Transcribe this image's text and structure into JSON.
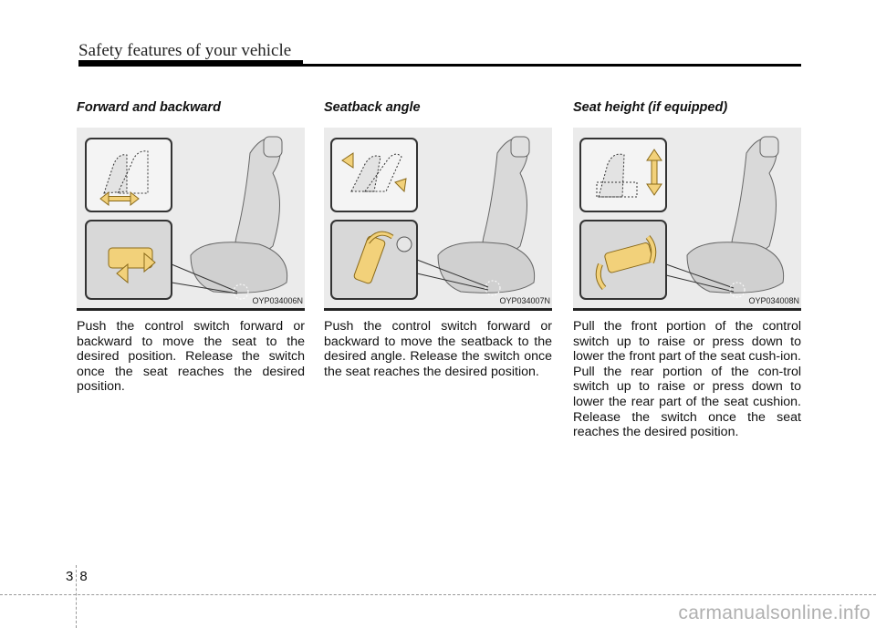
{
  "header": {
    "title": "Safety features of your vehicle"
  },
  "columns": [
    {
      "heading": "Forward and backward",
      "figure_code": "OYP034006N",
      "text": "Push the control switch forward or backward to move the seat to the desired position. Release the switch once the seat reaches the desired position."
    },
    {
      "heading": "Seatback angle",
      "figure_code": "OYP034007N",
      "text": "Push the control switch forward or backward to move the seatback to the desired angle. Release the switch once the seat reaches the desired position."
    },
    {
      "heading": "Seat height (if equipped)",
      "figure_code": "OYP034008N",
      "text": "Pull the front portion of the control switch up to raise or press down to lower the front part of the seat cush-ion. Pull the rear portion of the con-trol switch up to raise or press down to lower the rear part of the seat cushion. Release the switch once the seat reaches the desired position."
    }
  ],
  "footer": {
    "chapter": "3",
    "page": "8"
  },
  "watermark": "carmanualsonline.info",
  "colors": {
    "arrow": "#f2d17a",
    "arrow_stroke": "#8a6a1a",
    "rule": "#000000"
  }
}
